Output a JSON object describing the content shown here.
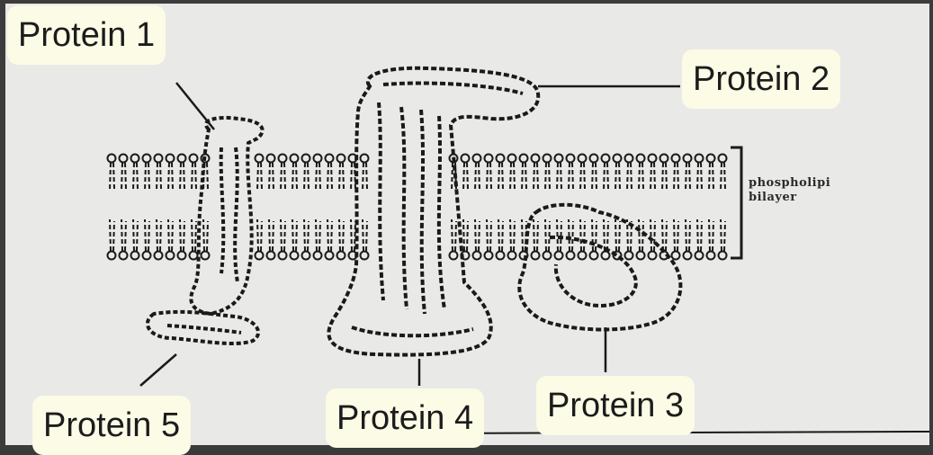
{
  "labels": {
    "protein_1": "Protein 1",
    "protein_2": "Protein 2",
    "protein_3": "Protein 3",
    "protein_4": "Protein 4",
    "protein_5": "Protein 5"
  },
  "printed_label": {
    "line_1": "phospholipi",
    "line_2": "bilayer"
  },
  "colors": {
    "callout_background": "#fbfbe6",
    "paper": "#e9e9e7",
    "ink": "#1a1a1a",
    "frame": "#3c3c3c"
  }
}
